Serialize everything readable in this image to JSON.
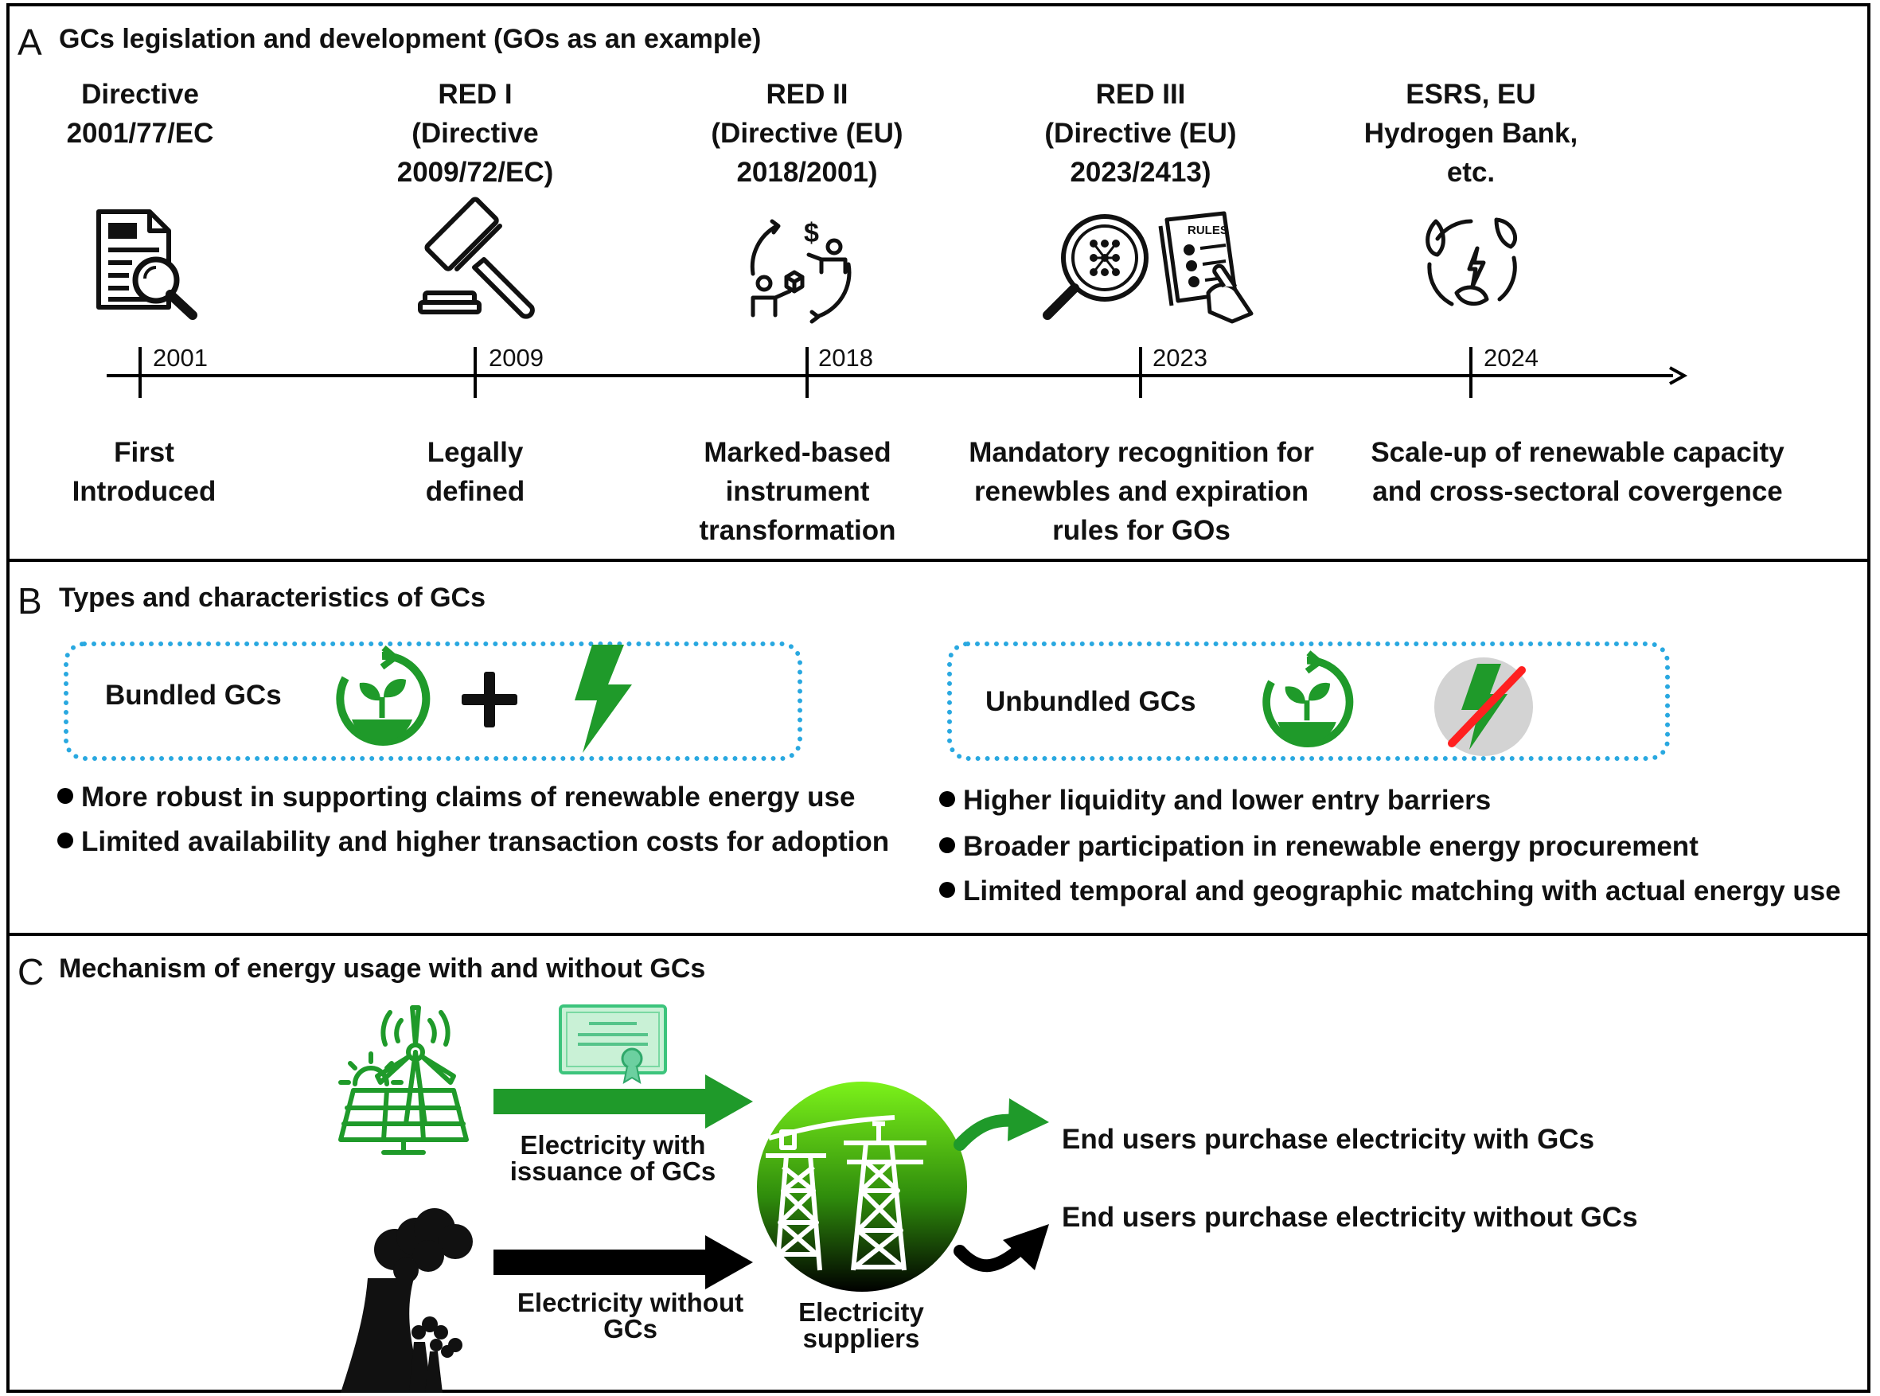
{
  "panel_a": {
    "letter": "A",
    "title": "GCs legislation and development (GOs as an example)",
    "milestones": [
      {
        "name": "Directive 2001/77/EC",
        "lines": [
          "Directive",
          "2001/77/EC"
        ],
        "year": "2001",
        "desc": [
          "First",
          "Introduced"
        ],
        "icon": "document-search-icon"
      },
      {
        "name": "RED I",
        "lines": [
          "RED I",
          "(Directive",
          "2009/72/EC)"
        ],
        "year": "2009",
        "desc": [
          "Legally",
          "defined"
        ],
        "icon": "gavel-icon"
      },
      {
        "name": "RED II",
        "lines": [
          "RED II",
          "(Directive (EU)",
          "2018/2001)"
        ],
        "year": "2018",
        "desc": [
          "Marked-based",
          "instrument",
          "transformation"
        ],
        "icon": "market-exchange-icon"
      },
      {
        "name": "RED III",
        "lines": [
          "RED III",
          "(Directive (EU)",
          "2023/2413)"
        ],
        "year": "2023",
        "desc": [
          "Mandatory recognition for",
          "renewbles and expiration",
          "rules for GOs"
        ],
        "icon": "rules-icon"
      },
      {
        "name": "ESRS, EU Hydrogen Bank",
        "lines": [
          "ESRS, EU",
          "Hydrogen Bank,",
          "etc."
        ],
        "year": "2024",
        "desc": [
          "Scale-up of renewable capacity",
          "and cross-sectoral covergence"
        ],
        "icon": "renewable-cycle-icon"
      }
    ]
  },
  "panel_b": {
    "letter": "B",
    "title": "Types and characteristics of GCs",
    "bundled": {
      "label": "Bundled GCs",
      "bullets": [
        "More robust in supporting claims of renewable energy use",
        "Limited availability and higher transaction costs for adoption"
      ]
    },
    "unbundled": {
      "label": "Unbundled GCs",
      "bullets": [
        "Higher liquidity and lower entry barriers",
        "Broader participation in renewable energy procurement",
        "Limited temporal and geographic matching with actual energy use"
      ]
    },
    "colors": {
      "green": "#1f9a2a",
      "dotted_border": "#29a8e0",
      "red": "#ff2020"
    }
  },
  "panel_c": {
    "letter": "C",
    "title": "Mechanism of energy usage with and without GCs",
    "flow_green": [
      "Electricity with",
      "issuance of GCs"
    ],
    "flow_black": [
      "Electricity without",
      "GCs"
    ],
    "hub": [
      "Electricity",
      "suppliers"
    ],
    "end_with": "End users purchase electricity with GCs",
    "end_without": "End users purchase electricity without GCs"
  }
}
